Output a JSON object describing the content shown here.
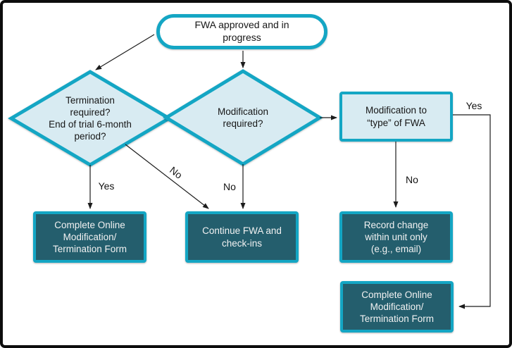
{
  "diagram": {
    "type": "flowchart",
    "colors": {
      "accent_teal": "#14a6c4",
      "light_fill": "#d8ebf2",
      "dark_fill": "#245e6d",
      "canvas_border": "#0d0d0d",
      "arrow": "#1c1c1c"
    },
    "nodes": {
      "start": {
        "shape": "stadium",
        "label": "FWA approved and in\nprogress"
      },
      "termination_decision": {
        "shape": "diamond",
        "label": "Termination\nrequired?\nEnd of trial 6-month\nperiod?"
      },
      "modification_decision": {
        "shape": "diamond",
        "label": "Modification\nrequired?"
      },
      "modification_type": {
        "shape": "rect-light",
        "label": "Modification to\n“type” of FWA"
      },
      "complete_form_left": {
        "shape": "rect-dark",
        "label": "Complete Online\nModification/\nTermination Form"
      },
      "continue_fwa": {
        "shape": "rect-dark",
        "label": "Continue FWA and\ncheck-ins"
      },
      "record_change": {
        "shape": "rect-dark",
        "label": "Record change\nwithin unit only\n(e.g., email)"
      },
      "complete_form_right": {
        "shape": "rect-dark",
        "label": "Complete Online\nModification/\nTermination Form"
      }
    },
    "edge_labels": {
      "yes_left": "Yes",
      "no_diagonal": "No",
      "no_middle": "No",
      "no_right": "No",
      "yes_right": "Yes"
    }
  }
}
